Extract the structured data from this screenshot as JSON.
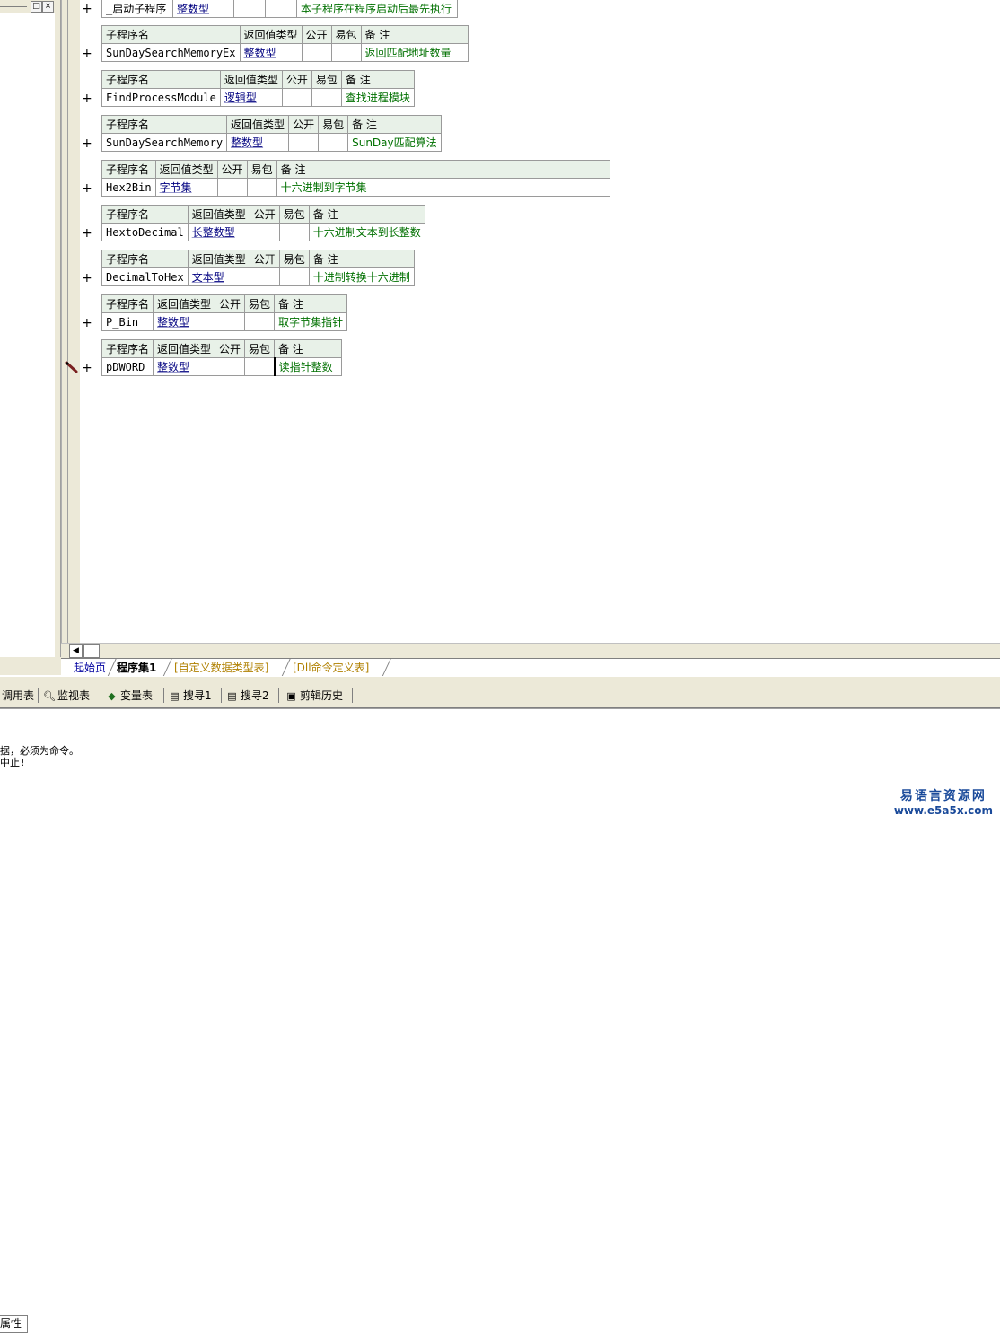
{
  "left_panel": {
    "tab_label": "属性"
  },
  "columns": {
    "name": "子程序名",
    "return_type": "返回值类型",
    "public": "公开",
    "easy_pack": "易包",
    "remark": "备 注"
  },
  "subroutines": [
    {
      "name": "_启动子程序",
      "type": "整数型",
      "remark": "本子程序在程序启动后最先执行"
    },
    {
      "name": "SunDaySearchMemoryEx",
      "type": "整数型",
      "remark": "返回匹配地址数量"
    },
    {
      "name": "FindProcessModule",
      "type": "逻辑型",
      "remark": "查找进程模块"
    },
    {
      "name": "SunDaySearchMemory",
      "type": "整数型",
      "remark": "SunDay匹配算法"
    },
    {
      "name": "Hex2Bin",
      "type": "字节集",
      "remark": "十六进制到字节集"
    },
    {
      "name": "HextoDecimal",
      "type": "长整数型",
      "remark": "十六进制文本到长整数"
    },
    {
      "name": "DecimalToHex",
      "type": "文本型",
      "remark": "十进制转换十六进制"
    },
    {
      "name": "P_Bin",
      "type": "整数型",
      "remark": "取字节集指针"
    },
    {
      "name": "pDWORD",
      "type": "整数型",
      "remark": "读指针整数"
    }
  ],
  "expand_symbol": "+",
  "editor_tabs": {
    "start": "起始页",
    "active": "程序集1",
    "custom": "[自定义数据类型表]",
    "dll": "[Dll命令定义表]"
  },
  "bottom_tabs": [
    {
      "icon": "list-icon",
      "label": "调用表"
    },
    {
      "icon": "magnifier-icon",
      "label": "监视表"
    },
    {
      "icon": "variable-icon",
      "label": "变量表"
    },
    {
      "icon": "search-icon",
      "label": "搜寻1"
    },
    {
      "icon": "search-icon",
      "label": "搜寻2"
    },
    {
      "icon": "clipboard-icon",
      "label": "剪辑历史"
    }
  ],
  "output_lines": [
    "据，必须为命令。",
    "中止!"
  ],
  "logo": {
    "text": "易语言资源网",
    "url": "www.e5a5x.com",
    "color": "#1a4a9a"
  }
}
